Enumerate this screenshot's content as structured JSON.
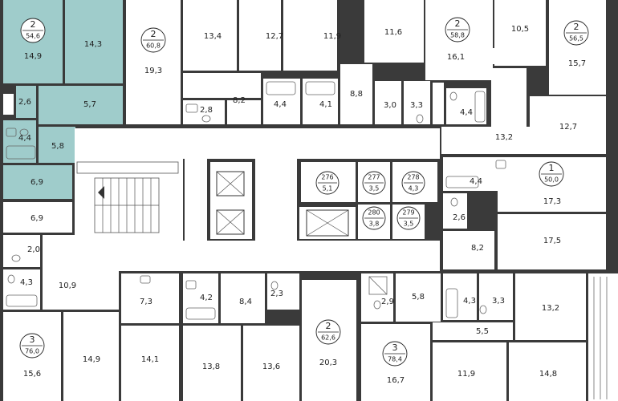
{
  "rooms": [
    {
      "id": "a1-room-top",
      "label": "14,9"
    },
    {
      "id": "a1-room-right",
      "label": "14,3"
    },
    {
      "id": "a1-bath",
      "label": "2,6"
    },
    {
      "id": "a1-hall",
      "label": "5,7"
    },
    {
      "id": "a1-wc",
      "label": "4,4"
    },
    {
      "id": "a1-corr",
      "label": "5,8"
    },
    {
      "id": "a1-kitchen",
      "label": "6,9"
    },
    {
      "id": "u1",
      "label": "19,3"
    },
    {
      "id": "u2",
      "label": "2,8"
    },
    {
      "id": "u3",
      "label": "13,4"
    },
    {
      "id": "u4",
      "label": "8,2"
    },
    {
      "id": "u5",
      "label": "12,7"
    },
    {
      "id": "u6",
      "label": "4,4"
    },
    {
      "id": "u7",
      "label": "4,1"
    },
    {
      "id": "u8",
      "label": "11,9"
    },
    {
      "id": "u9",
      "label": "11,6"
    },
    {
      "id": "u10",
      "label": "8,8"
    },
    {
      "id": "u11",
      "label": "3,0"
    },
    {
      "id": "u12",
      "label": "3,3"
    },
    {
      "id": "u13",
      "label": "16,1"
    },
    {
      "id": "u14",
      "label": "4,4"
    },
    {
      "id": "u15",
      "label": "10,5"
    },
    {
      "id": "u16",
      "label": "15,7"
    },
    {
      "id": "u17",
      "label": "12,7"
    },
    {
      "id": "u18",
      "label": "13,2"
    },
    {
      "id": "u19",
      "label": "4,4"
    },
    {
      "id": "u20",
      "label": "17,3"
    },
    {
      "id": "u21",
      "label": "2,6"
    },
    {
      "id": "u22",
      "label": "8,2"
    },
    {
      "id": "u23",
      "label": "17,5"
    },
    {
      "id": "l1",
      "label": "6,9"
    },
    {
      "id": "l2",
      "label": "2,0"
    },
    {
      "id": "l3",
      "label": "4,3"
    },
    {
      "id": "l4",
      "label": "10,9"
    },
    {
      "id": "l5",
      "label": "15,6"
    },
    {
      "id": "l6",
      "label": "14,9"
    },
    {
      "id": "l7",
      "label": "7,3"
    },
    {
      "id": "l8",
      "label": "14,1"
    },
    {
      "id": "l9",
      "label": "4,2"
    },
    {
      "id": "l10",
      "label": "8,4"
    },
    {
      "id": "l11",
      "label": "2,3"
    },
    {
      "id": "l12",
      "label": "13,8"
    },
    {
      "id": "l13",
      "label": "13,6"
    },
    {
      "id": "l14",
      "label": "20,3"
    },
    {
      "id": "l15",
      "label": "2,9"
    },
    {
      "id": "l16",
      "label": "5,8"
    },
    {
      "id": "l17",
      "label": "16,7"
    },
    {
      "id": "l18",
      "label": "4,3"
    },
    {
      "id": "l19",
      "label": "3,3"
    },
    {
      "id": "l20",
      "label": "5,5"
    },
    {
      "id": "l21",
      "label": "13,2"
    },
    {
      "id": "l22",
      "label": "11,9"
    },
    {
      "id": "l23",
      "label": "14,8"
    }
  ],
  "apartments": [
    {
      "id": "apt-a",
      "rooms": "2",
      "area": "54,6"
    },
    {
      "id": "apt-b",
      "rooms": "2",
      "area": "60,8"
    },
    {
      "id": "apt-c",
      "rooms": "2",
      "area": "58,8"
    },
    {
      "id": "apt-d",
      "rooms": "2",
      "area": "56,5"
    },
    {
      "id": "apt-e",
      "rooms": "1",
      "area": "50,0"
    },
    {
      "id": "apt-f",
      "rooms": "3",
      "area": "76,0"
    },
    {
      "id": "apt-g",
      "rooms": "2",
      "area": "62,6"
    },
    {
      "id": "apt-h",
      "rooms": "3",
      "area": "78,4"
    }
  ],
  "storage": [
    {
      "id": "s276",
      "num": "276",
      "area": "5,1"
    },
    {
      "id": "s277",
      "num": "277",
      "area": "3,5"
    },
    {
      "id": "s278",
      "num": "278",
      "area": "4,3"
    },
    {
      "id": "s280",
      "num": "280",
      "area": "3,8"
    },
    {
      "id": "s279",
      "num": "279",
      "area": "3,5"
    }
  ],
  "colors": {
    "highlight": "#9fcccb",
    "wall": "#3a3a3a"
  }
}
